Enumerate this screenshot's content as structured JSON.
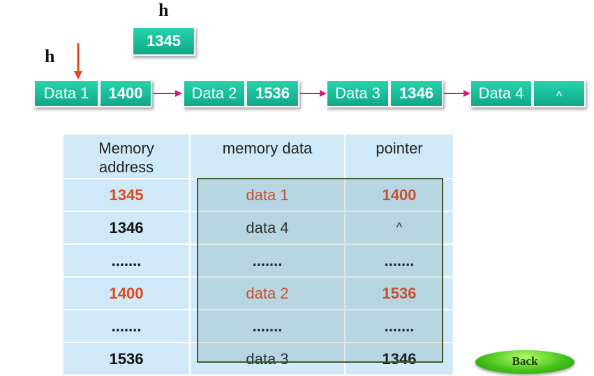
{
  "head_pointer": {
    "label_top": "h",
    "value": "1345",
    "label_left": "h"
  },
  "linked_list": {
    "nodes": [
      {
        "data": "Data 1",
        "pointer": "1400"
      },
      {
        "data": "Data 2",
        "pointer": "1536"
      },
      {
        "data": "Data 3",
        "pointer": "1346"
      },
      {
        "data": "Data 4",
        "pointer": "^"
      }
    ],
    "colors": {
      "node": "#18b996",
      "arrow": "#cc1f7a",
      "head_arrow": "#e8461e"
    }
  },
  "memory_table": {
    "headers": [
      "Memory address",
      "memory data",
      "pointer"
    ],
    "rows": [
      {
        "address": "1345",
        "data": "data 1",
        "pointer": "1400",
        "highlight": true
      },
      {
        "address": "1346",
        "data": "data 4",
        "pointer": "^",
        "highlight": false
      },
      {
        "address": ".......",
        "data": ".......",
        "pointer": ".......",
        "highlight": false
      },
      {
        "address": "1400",
        "data": "data 2",
        "pointer": "1536",
        "highlight": true
      },
      {
        "address": ".......",
        "data": ".......",
        "pointer": ".......",
        "highlight": false
      },
      {
        "address": "1536",
        "data": "data 3",
        "pointer": "1346",
        "highlight": false
      }
    ],
    "colors": {
      "cell": "#cfe9f8",
      "highlight_text": "#e2461f"
    }
  },
  "back_button": {
    "label": "Back"
  }
}
